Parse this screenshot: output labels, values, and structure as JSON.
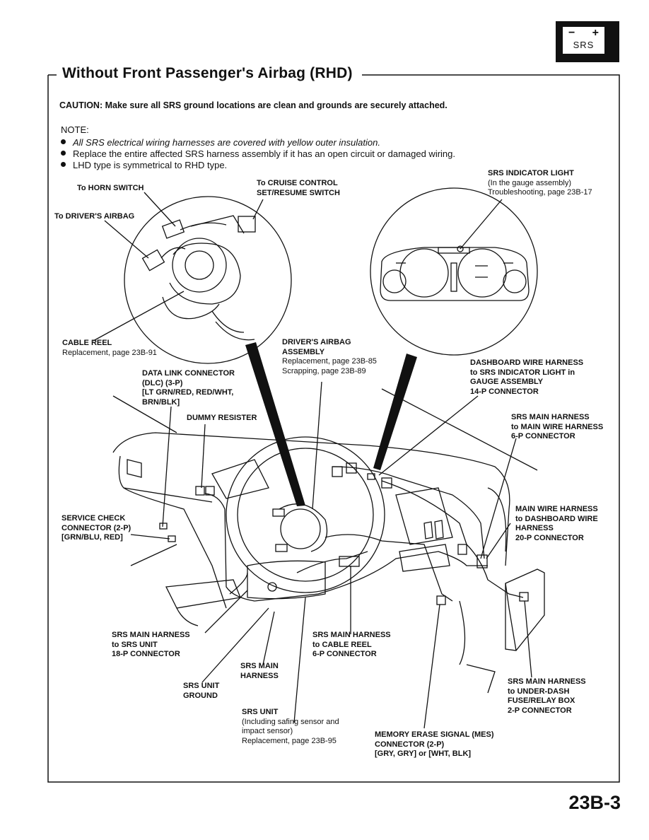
{
  "badge": {
    "minus": "−",
    "plus": "+",
    "label": "SRS"
  },
  "title": "Without Front Passenger's Airbag (RHD)",
  "caution": "CAUTION:  Make sure all SRS ground locations are clean and grounds are securely attached.",
  "note": {
    "heading": "NOTE:",
    "items": [
      "All SRS electrical wiring harnesses are covered with yellow outer insulation.",
      "Replace the entire affected SRS harness assembly if it has an open circuit or damaged wiring.",
      "LHD type is symmetrical to RHD type."
    ]
  },
  "labels": {
    "horn_switch": "To HORN SWITCH",
    "drivers_airbag": "To DRIVER'S AIRBAG",
    "cruise_control": [
      "To CRUISE CONTROL",
      "SET/RESUME SWITCH"
    ],
    "srs_indicator_light": [
      "SRS INDICATOR LIGHT",
      "(In the gauge assembly)",
      "Troubleshooting, page 23B-17"
    ],
    "cable_reel": [
      "CABLE REEL",
      "Replacement, page 23B-91"
    ],
    "airbag_assembly": [
      "DRIVER'S AIRBAG",
      "ASSEMBLY",
      "Replacement, page 23B-85",
      "Scrapping, page 23B-89"
    ],
    "dlc": [
      "DATA LINK CONNECTOR",
      "(DLC) (3-P)",
      "[LT GRN/RED, RED/WHT,",
      "BRN/BLK]"
    ],
    "dummy_resister": "DUMMY RESISTER",
    "dashboard_harness": [
      "DASHBOARD WIRE HARNESS",
      "to SRS INDICATOR LIGHT in",
      "GAUGE ASSEMBLY",
      "14-P CONNECTOR"
    ],
    "main_harness_6p": [
      "SRS MAIN HARNESS",
      "to MAIN WIRE HARNESS",
      "6-P CONNECTOR"
    ],
    "service_check": [
      "SERVICE CHECK",
      "CONNECTOR (2-P)",
      "[GRN/BLU, RED]"
    ],
    "main_wire_harness": [
      "MAIN WIRE HARNESS",
      "to DASHBOARD WIRE",
      "HARNESS",
      "20-P CONNECTOR"
    ],
    "main_harness_unit": [
      "SRS MAIN HARNESS",
      "to SRS UNIT",
      "18-P CONNECTOR"
    ],
    "main_harness_cable": [
      "SRS MAIN HARNESS",
      "to CABLE REEL",
      "6-P CONNECTOR"
    ],
    "srs_main_harness": [
      "SRS MAIN",
      "HARNESS"
    ],
    "srs_unit_ground": [
      "SRS UNIT",
      "GROUND"
    ],
    "srs_unit": [
      "SRS UNIT",
      "(Including safing sensor and",
      "impact sensor)",
      "Replacement, page 23B-95"
    ],
    "mes_connector": [
      "MEMORY ERASE SIGNAL (MES)",
      "CONNECTOR (2-P)",
      "[GRY, GRY] or [WHT, BLK]"
    ],
    "under_dash": [
      "SRS MAIN HARNESS",
      "to UNDER-DASH",
      "FUSE/RELAY BOX",
      "2-P CONNECTOR"
    ]
  },
  "page_number": "23B-3"
}
